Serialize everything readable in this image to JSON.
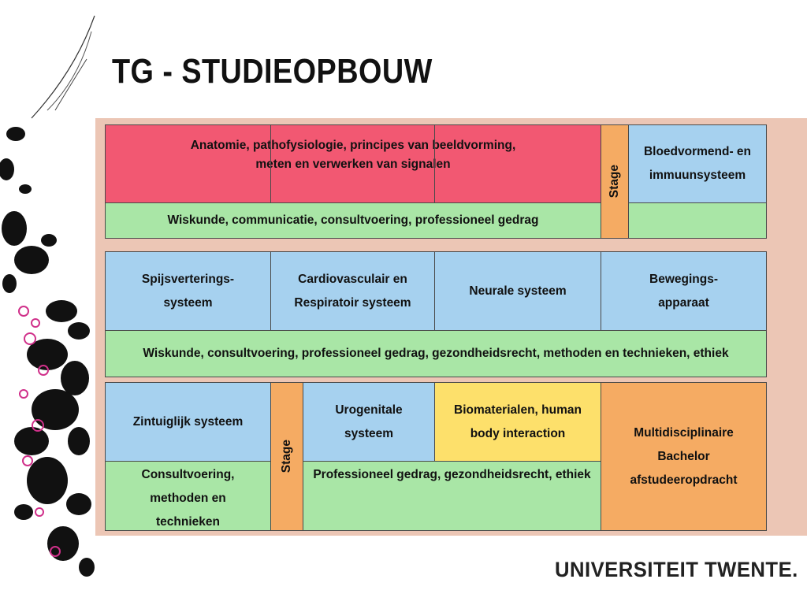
{
  "title": "TG - STUDIEOPBOUW",
  "logo": "UNIVERSITEIT TWENTE.",
  "block1": {
    "theory": "Anatomie, pathofysiologie, principes van beeldvorming, meten en verwerken van signalen",
    "skills": "Wiskunde, communicatie, consultvoering, professioneel gedrag",
    "stage": "Stage",
    "module": "Bloedvormend- en immuunsysteem"
  },
  "block2": {
    "modules": [
      "Spijsverterings-systeem",
      "Cardiovasculair en Respiratoir systeem",
      "Neurale systeem",
      "Bewegings-apparaat"
    ],
    "skills": "Wiskunde, consultvoering, professioneel gedrag, gezondheidsrecht, methoden en technieken, ethiek"
  },
  "block3": {
    "module1": "Zintuiglijk systeem",
    "stage": "Stage",
    "module2": "Urogenitale systeem",
    "module3": "Biomaterialen, human body interaction",
    "bachelor": "Multidisciplinaire Bachelor afstudeeropdracht",
    "skills1": "Consultvoering, methoden en technieken",
    "skills2": "Professioneel gedrag, gezondheidsrecht, ethiek"
  },
  "colors": {
    "pink": "#f25872",
    "green": "#a9e6a6",
    "blue": "#a6d1ef",
    "orange": "#f5ab63",
    "yellow": "#fde06b",
    "panel": "#ecc6b5"
  }
}
